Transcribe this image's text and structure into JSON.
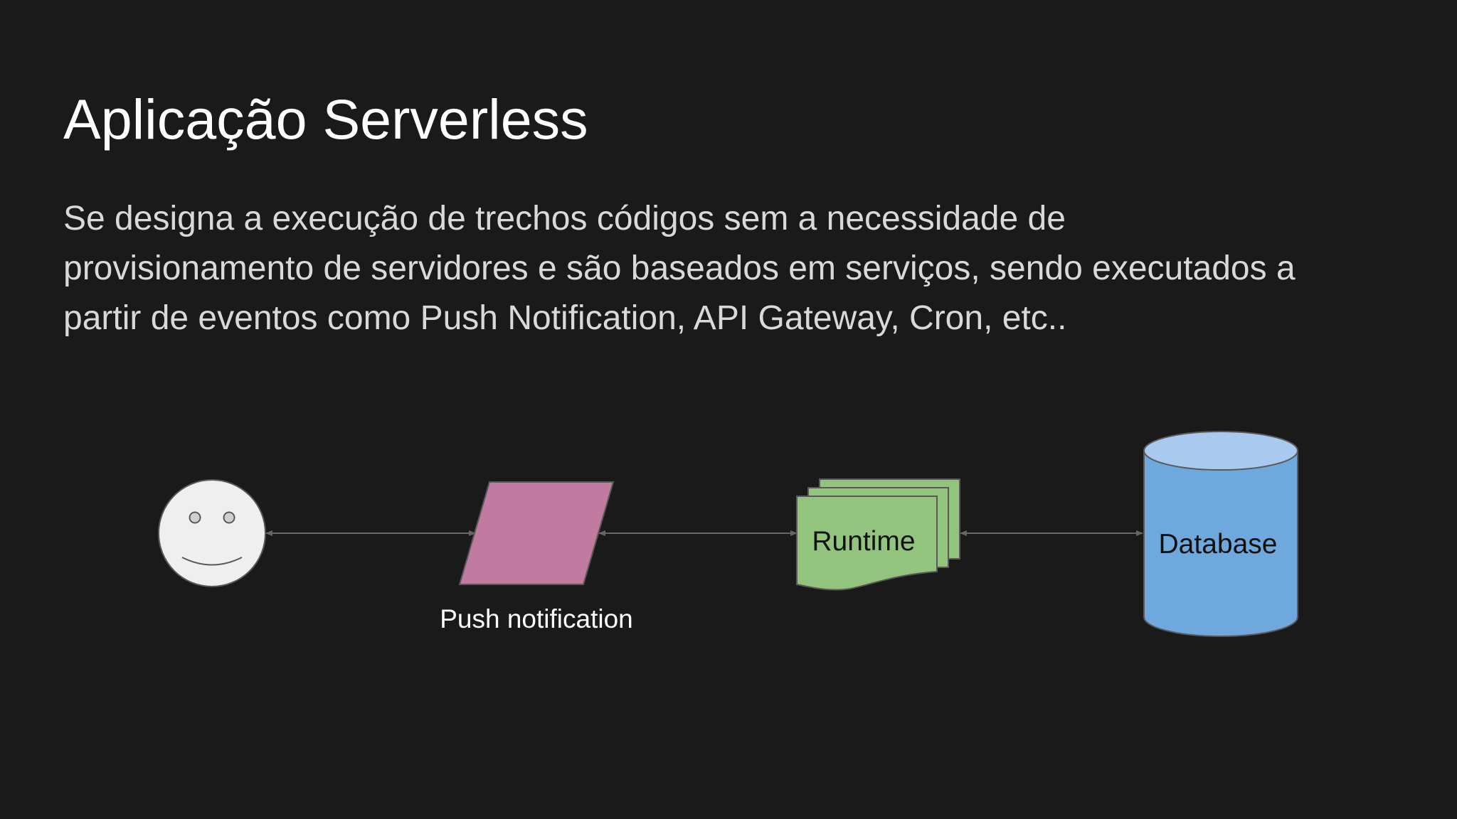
{
  "slide": {
    "title": "Aplicação Serverless",
    "body_lines": [
      "Se designa a execução de trechos códigos sem a necessidade de",
      "provisionamento de servidores e são baseados em serviços, sendo executados a",
      "partir de eventos como Push Notification, API Gateway, Cron, etc.."
    ]
  },
  "diagram": {
    "nodes": {
      "user": {
        "icon": "smiley-face-icon"
      },
      "push": {
        "label": "Push notification",
        "color": "#c27ba0"
      },
      "runtime": {
        "label": "Runtime",
        "color": "#93c47d"
      },
      "database": {
        "label": "Database",
        "color": "#6fa8dc",
        "top_color": "#a9c9ee"
      }
    },
    "connector_color": "#666666"
  }
}
